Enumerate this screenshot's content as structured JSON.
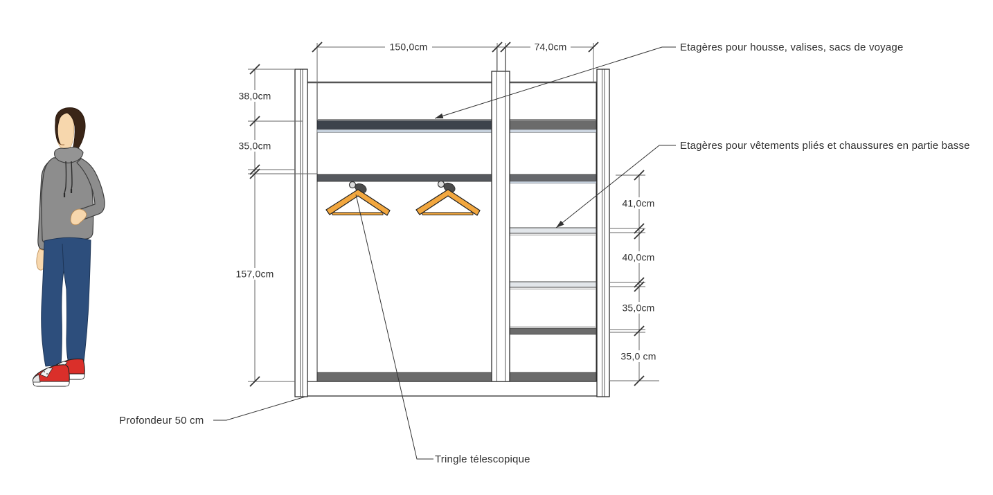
{
  "drawing": {
    "type": "wardrobe-elevation-technical-drawing",
    "dims": {
      "top": [
        "150,0cm",
        "74,0cm"
      ],
      "left": [
        "38,0cm",
        "35,0cm",
        "157,0cm"
      ],
      "right": [
        "41,0cm",
        "40,0cm",
        "35,0cm",
        "35,0 cm"
      ]
    },
    "annotations": {
      "top_shelves": "Etagères pour housse, valises, sacs de voyage",
      "bottom_shelves": "Etagères pour vêtements pliés et chaussures en partie basse",
      "depth": "Profondeur 50 cm",
      "rod": "Tringle télescopique"
    },
    "icons": {
      "hanger": "clothes-hanger-icon",
      "person": "person-figure"
    },
    "colors": {
      "shelf_dark": "#3d434c",
      "shelf_mid_gray": "#6b6b6b",
      "shelf_light_strip": "#c6d1dd",
      "rail_gray": "#56595e",
      "hanger_orange": "#f2a73f",
      "hoodie_gray": "#8d8d8d",
      "jeans_blue": "#2d4e7c",
      "sneaker_red": "#da2f2a",
      "skin": "#f7d7ad",
      "hair_brown": "#3a2517",
      "line": "#2f2f2f"
    }
  }
}
